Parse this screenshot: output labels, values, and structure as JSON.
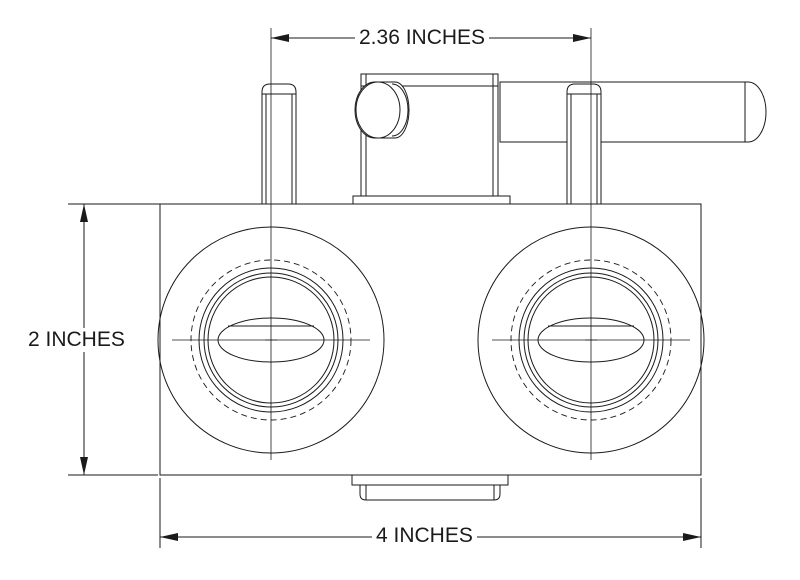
{
  "dimensions": {
    "top": "2.36 INCHES",
    "left": "2 INCHES",
    "bottom": "4 INCHES"
  },
  "colors": {
    "line": "#1a1a1a",
    "background": "#ffffff"
  }
}
